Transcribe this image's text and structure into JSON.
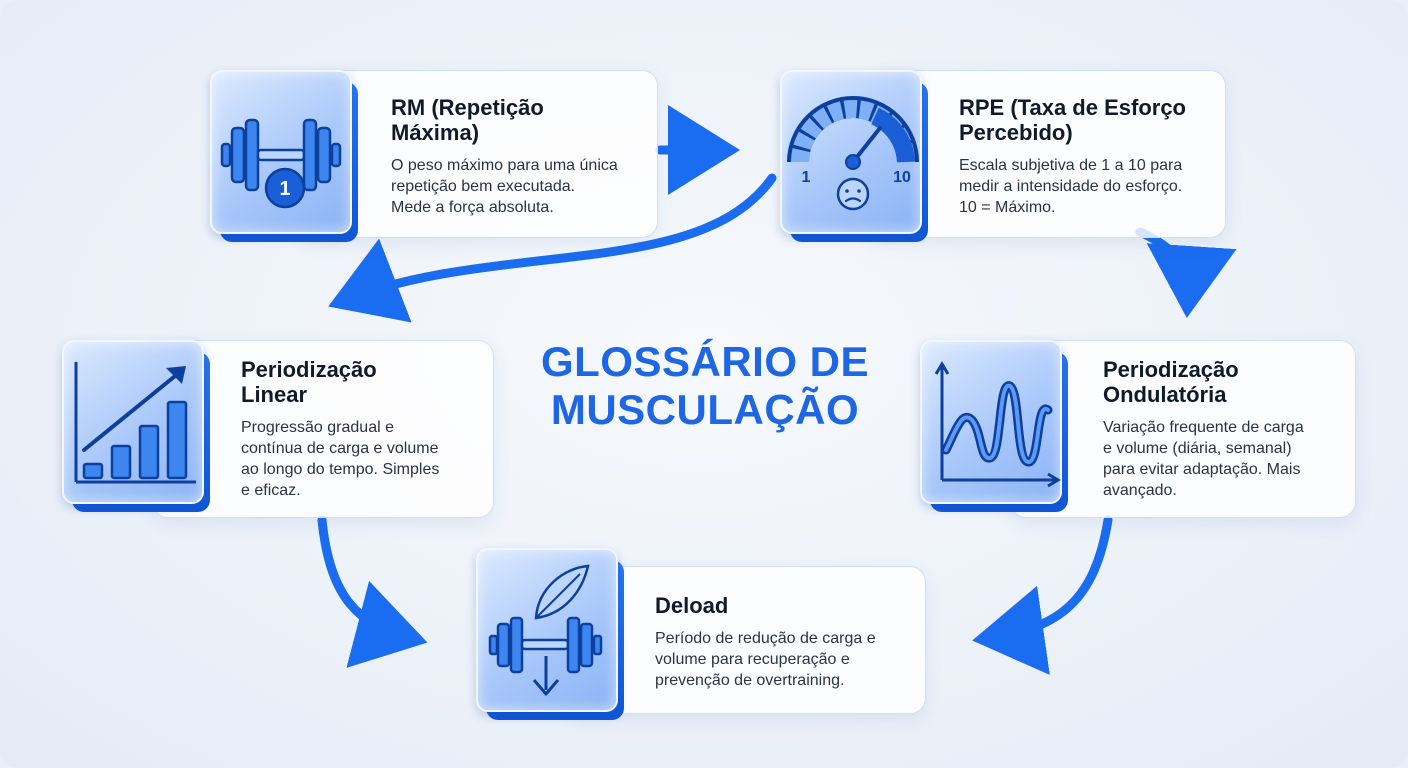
{
  "title": {
    "line1": "GLOSSÁRIO DE",
    "line2": "MUSCULAÇÃO"
  },
  "terms": {
    "rm": {
      "heading": "RM (Repetição\nMáxima)",
      "description": "O peso máximo para uma única\nrepetição bem executada.\nMede a força absoluta.",
      "icon": "barbell-one-icon",
      "badge": "1"
    },
    "rpe": {
      "heading": "RPE (Taxa de Esforço\nPercebido)",
      "description": "Escala subjetiva de 1 a 10 para\nmedir a intensidade do esforço.\n10 = Máximo.",
      "icon": "gauge-icon",
      "scale_min": "1",
      "scale_max": "10"
    },
    "linear": {
      "heading": "Periodização\nLinear",
      "description": "Progressão gradual e\ncontínua de carga e volume\nao longo do tempo. Simples\ne eficaz.",
      "icon": "bar-chart-up-icon"
    },
    "undulating": {
      "heading": "Periodização\nOndulatória",
      "description": "Variação frequente de carga\ne volume (diária, semanal)\npara evitar adaptação. Mais\navançado.",
      "icon": "wave-chart-icon"
    },
    "deload": {
      "heading": "Deload",
      "description": "Período de redução de carga e\nvolume para recuperação e\nprevenção de overtraining.",
      "icon": "feather-barbell-icon"
    }
  },
  "colors": {
    "accent": "#1f66e4",
    "arrow": "#1a6cf0",
    "icon_stroke": "#0d3f9e"
  }
}
